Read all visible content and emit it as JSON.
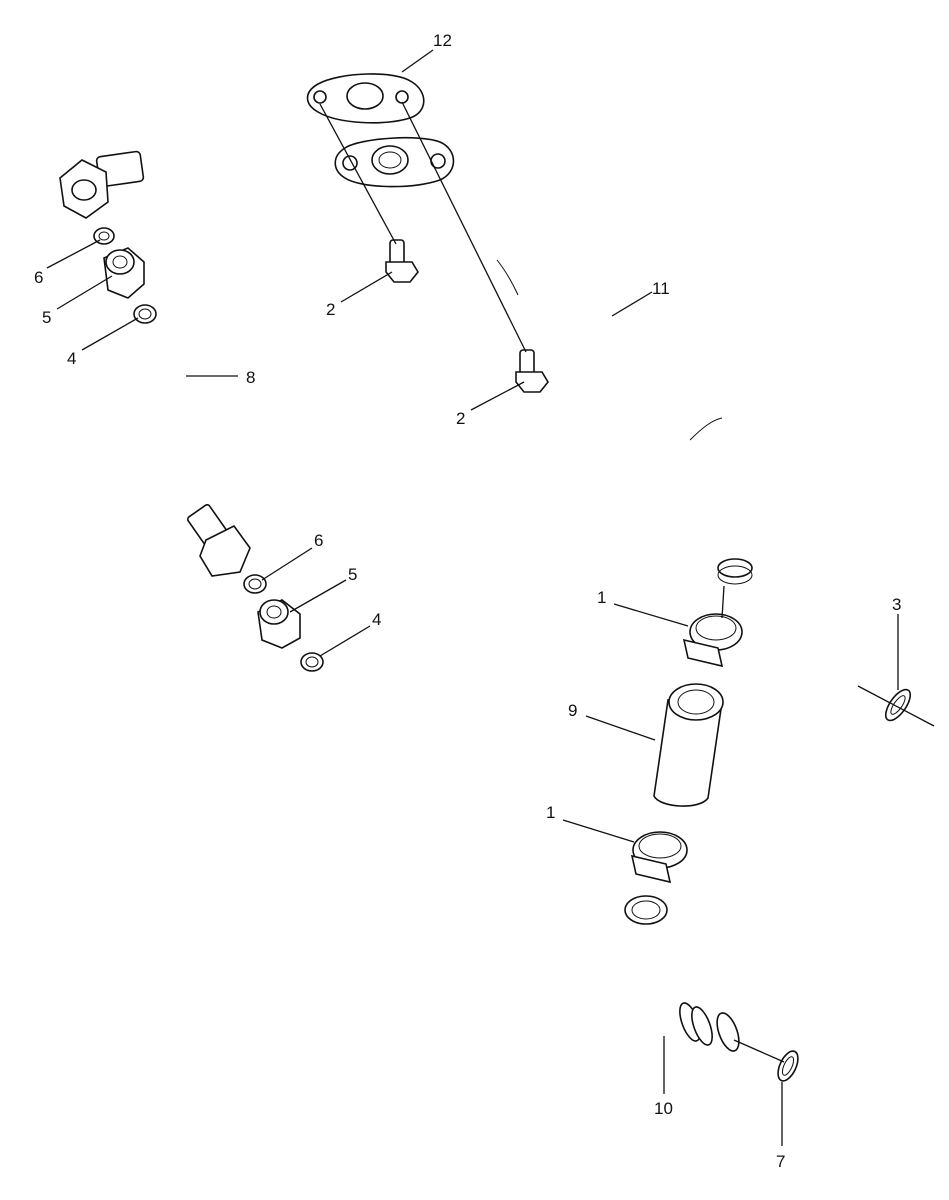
{
  "callouts": {
    "c1a": "1",
    "c1b": "1",
    "c2a": "2",
    "c2b": "2",
    "c3": "3",
    "c4a": "4",
    "c4b": "4",
    "c5a": "5",
    "c5b": "5",
    "c6a": "6",
    "c6b": "6",
    "c7": "7",
    "c8": "8",
    "c9": "9",
    "c10": "10",
    "c11": "11",
    "c12": "12"
  }
}
